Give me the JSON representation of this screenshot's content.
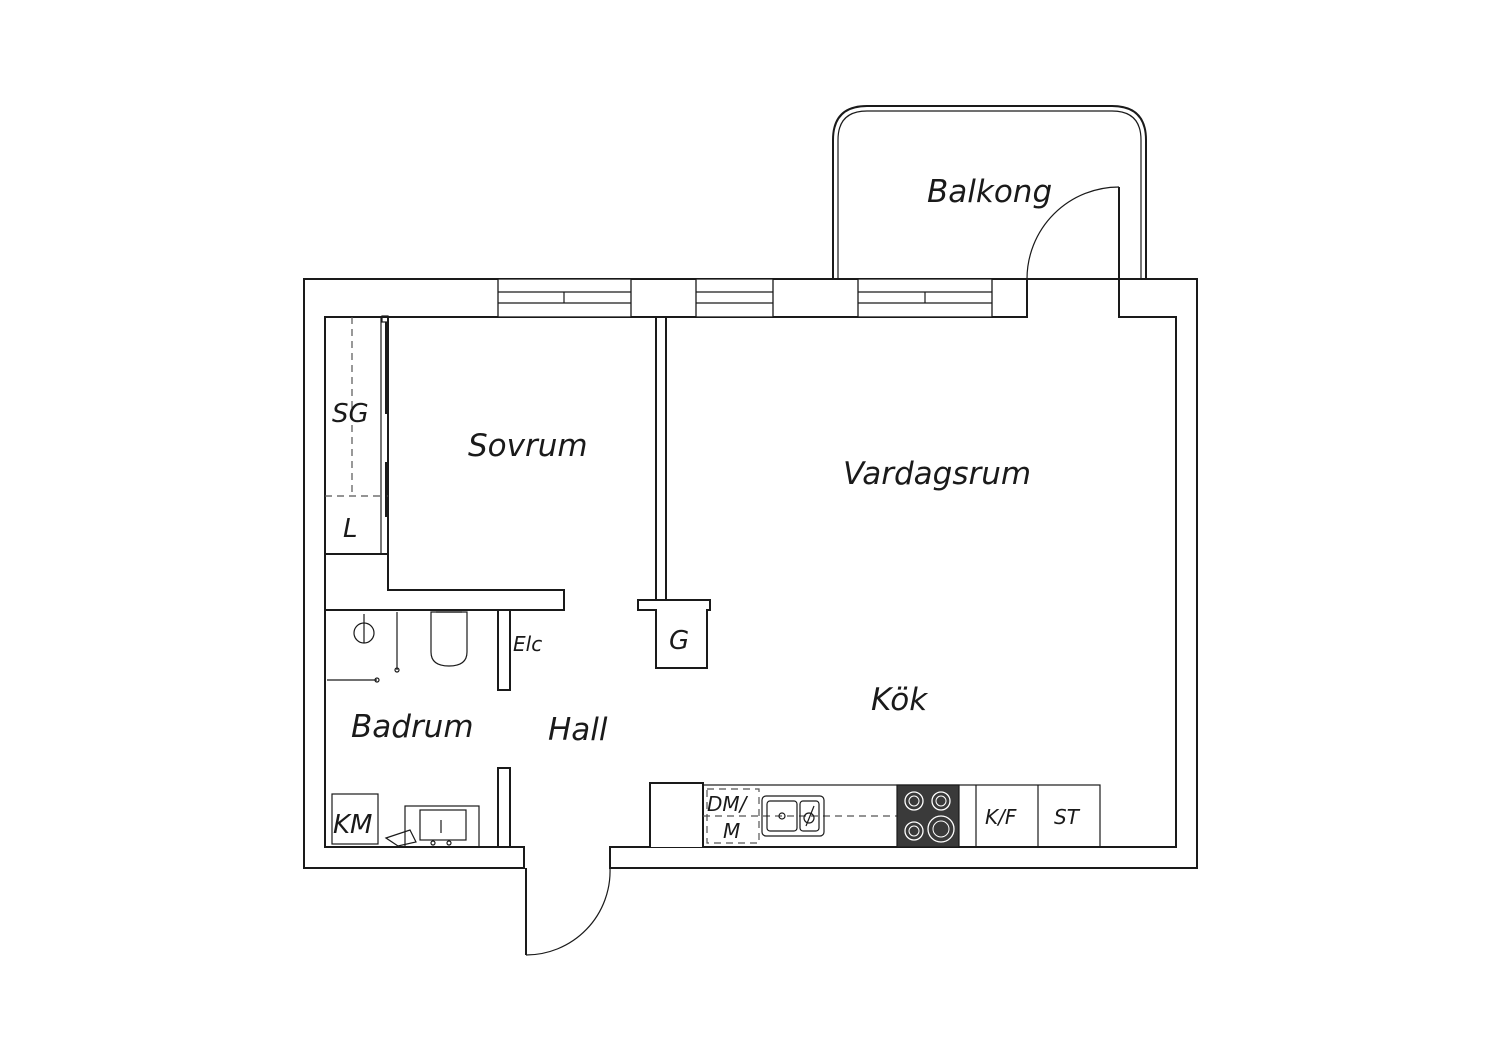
{
  "rooms": {
    "balkong": "Balkong",
    "sovrum": "Sovrum",
    "vardagsrum": "Vardagsrum",
    "kok": "Kök",
    "badrum": "Badrum",
    "hall": "Hall"
  },
  "fixtures": {
    "sg": "SG",
    "l": "L",
    "elc": "Elc",
    "g": "G",
    "km": "KM",
    "dm_top": "DM/",
    "dm_bottom": "M",
    "kf": "K/F",
    "st": "ST"
  },
  "colors": {
    "line": "#1a1a1a",
    "stove": "#3a3a3a"
  }
}
